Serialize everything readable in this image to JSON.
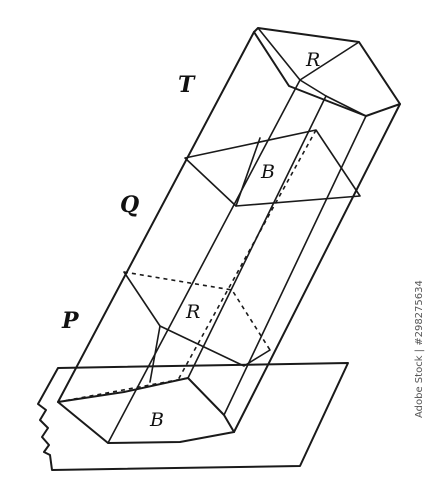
{
  "diagram": {
    "side_labels": {
      "t": "T",
      "q": "Q",
      "p": "P"
    },
    "face_labels": {
      "top_r": "R",
      "upper_b": "B",
      "middle_r": "R",
      "bottom_b": "B"
    },
    "watermark": "Adobe Stock | #298275634",
    "colors": {
      "line": "#1a1a1a",
      "background": "#ffffff"
    }
  }
}
